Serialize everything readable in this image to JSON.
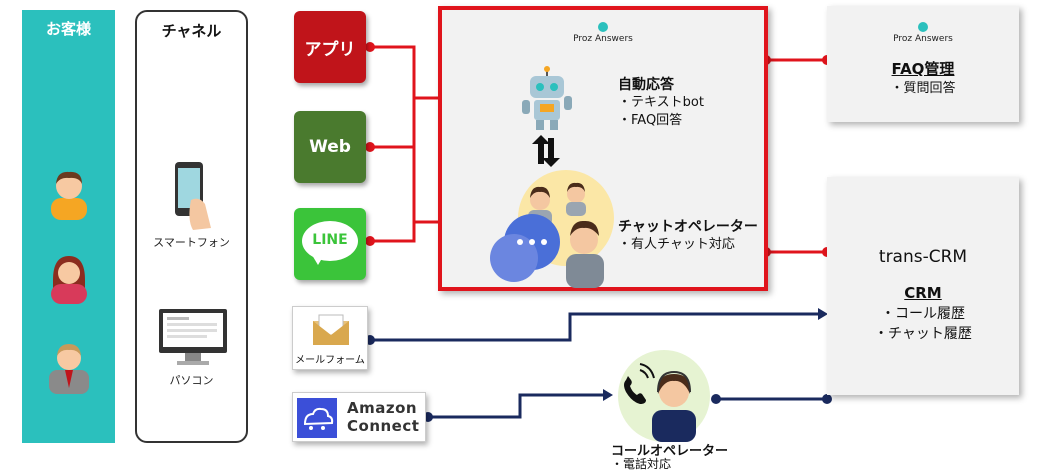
{
  "customer": {
    "title": "お客様"
  },
  "channel": {
    "title": "チャネル",
    "smartphone_label": "スマートフォン",
    "pc_label": "パソコン"
  },
  "channels": {
    "app": "アプリ",
    "web": "Web",
    "line": "LINE",
    "mailform": "メールフォーム",
    "amazon_connect_line1": "Amazon",
    "amazon_connect_line2": "Connect"
  },
  "proz": {
    "brand": "Proz Answers",
    "auto_title": "自動応答",
    "auto_items": [
      "・テキストbot",
      "・FAQ回答"
    ],
    "chat_title": "チャットオペレーター",
    "chat_items": [
      "・有人チャット対応"
    ]
  },
  "faq": {
    "brand": "Proz Answers",
    "title": "FAQ管理",
    "items": [
      "・質問回答"
    ]
  },
  "crm": {
    "system": "trans-CRM",
    "title": "CRM",
    "items": [
      "・コール履歴",
      "・チャット履歴"
    ]
  },
  "call_operator": {
    "title": "コールオペレーター",
    "items": [
      "・電話対応"
    ]
  },
  "colors": {
    "teal": "#2bc0bd",
    "red": "#e0141c",
    "navy": "#1a2a5e",
    "app_red": "#c0141a",
    "web_green": "#4a7a2e",
    "line_green": "#3bc43a"
  }
}
